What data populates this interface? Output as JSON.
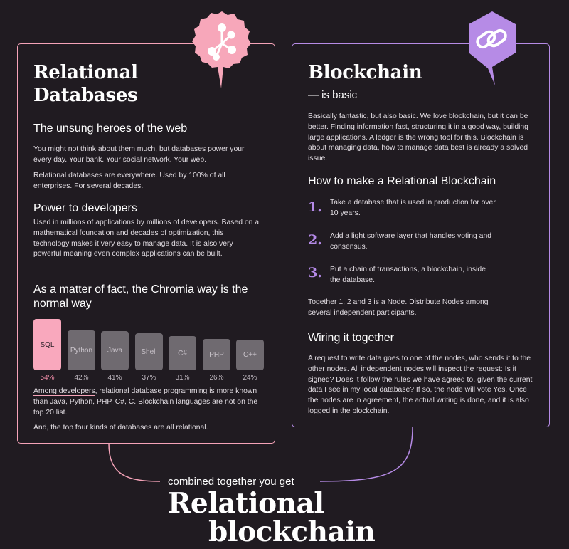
{
  "left": {
    "title_line1": "Relational",
    "title_line2": "Databases",
    "icon": "network-icon",
    "subtitle": "The unsung heroes of the web",
    "intro_1": "You might not think about them much, but databases power your every day. Your bank. Your social network. Your web.",
    "intro_2": "Relational databases are everywhere. Used by 100% of all enterprises. For several decades.",
    "power_heading": "Power to developers",
    "power_text": "Used in millions of applications by millions of developers. Based on a mathematical foundation and decades of optimization, this technology makes it very easy to manage data. It is also very powerful meaning even complex applications can be built.",
    "fact_heading": "As a matter of fact, the Chromia way is the normal way",
    "bars": [
      {
        "label": "SQL",
        "percent": "54%",
        "value": 54
      },
      {
        "label": "Python",
        "percent": "42%",
        "value": 42
      },
      {
        "label": "Java",
        "percent": "41%",
        "value": 41
      },
      {
        "label": "Shell",
        "percent": "37%",
        "value": 37
      },
      {
        "label": "C#",
        "percent": "31%",
        "value": 31
      },
      {
        "label": "PHP",
        "percent": "26%",
        "value": 26
      },
      {
        "label": "C++",
        "percent": "24%",
        "value": 24
      }
    ],
    "among_link": "Among developers",
    "among_rest": ", relational database programming is more known than Java, Python, PHP, C#, C. Blockchain languages are not on the top 20 list.",
    "closing": "And, the top four kinds of databases are all relational."
  },
  "right": {
    "title": "Blockchain",
    "icon": "chain-link-icon",
    "subtitle": "— is basic",
    "intro": "Basically fantastic, but also basic. We love blockchain, but it can be better. Finding information fast, structuring it in a good way, building large applications. A ledger is the wrong tool for this. Blockchain is about managing data, how to manage data best is already a solved issue.",
    "how_heading": "How to make a Relational Blockchain",
    "steps": [
      {
        "num": "1.",
        "text": "Take a database that is used in production for over 10 years."
      },
      {
        "num": "2.",
        "text": "Add a light software layer that handles voting and consensus."
      },
      {
        "num": "3.",
        "text": "Put a chain of transactions, a blockchain, inside the database."
      }
    ],
    "together": "Together 1, 2 and 3 is a Node. Distribute Nodes among several independent participants.",
    "wiring_heading": "Wiring it together",
    "wiring_text": "A request to write data goes to one of the nodes, who sends it to the other nodes. All independent nodes will inspect the request: Is it signed? Does it follow the rules we have agreed to, given the current data I see in my local database? If so, the node will vote Yes. Once the nodes are in agreement, the actual writing is done, and it is also logged in the blockchain."
  },
  "bottom": {
    "caption": "combined together you get",
    "title_line1": "Relational",
    "title_line2": "blockchain"
  },
  "colors": {
    "background": "#201b21",
    "pink": "#f5a3b8",
    "purple": "#b68be6"
  }
}
